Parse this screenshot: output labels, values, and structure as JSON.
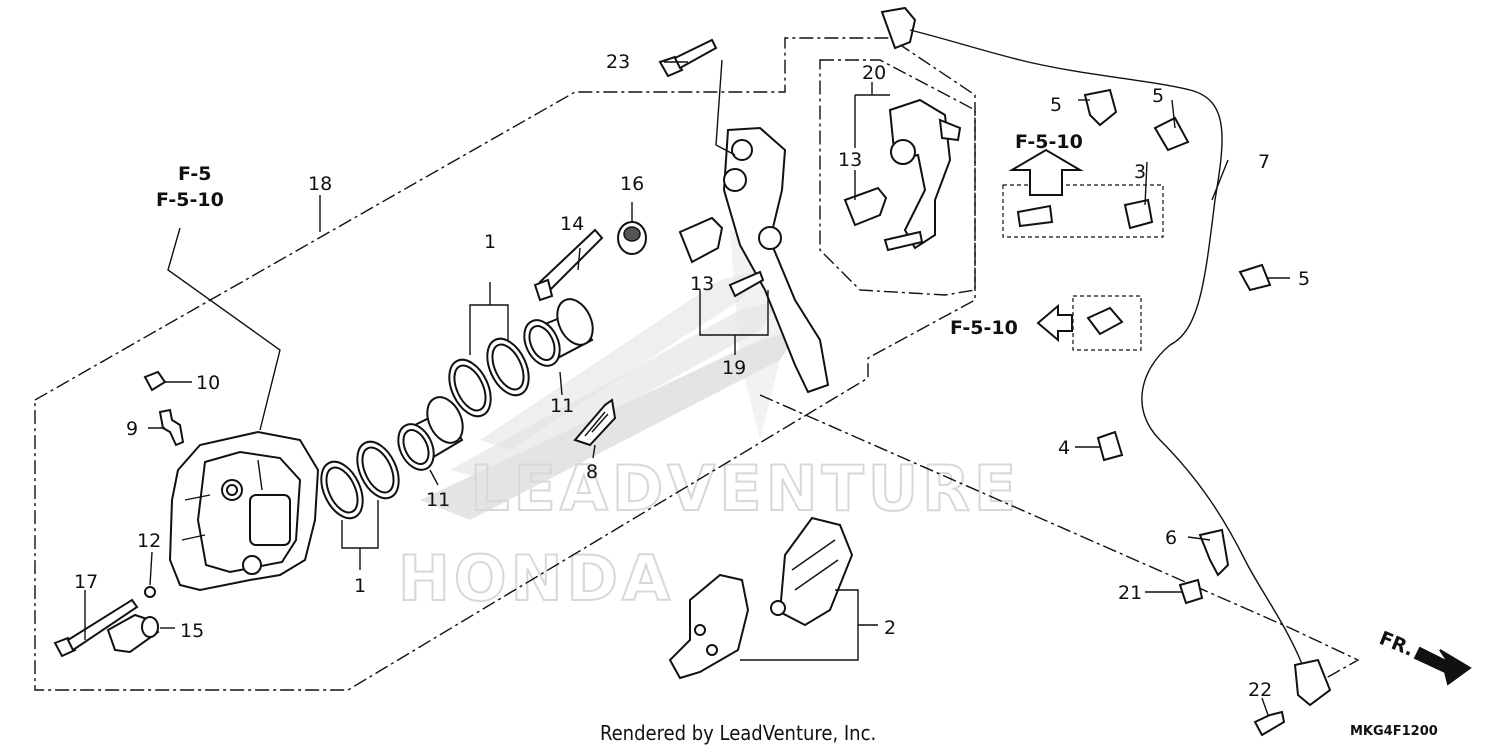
{
  "diagram": {
    "callouts": {
      "c1a": "1",
      "c1b": "1",
      "c2": "2",
      "c3": "3",
      "c4": "4",
      "c5a": "5",
      "c5b": "5",
      "c5c": "5",
      "c6": "6",
      "c7": "7",
      "c8": "8",
      "c9": "9",
      "c10": "10",
      "c11a": "11",
      "c11b": "11",
      "c12": "12",
      "c13a": "13",
      "c13b": "13",
      "c14": "14",
      "c15": "15",
      "c16": "16",
      "c17": "17",
      "c18": "18",
      "c19": "19",
      "c20": "20",
      "c21": "21",
      "c22": "22",
      "c23": "23"
    },
    "references": {
      "ref_left_1": "F-5",
      "ref_left_2": "F-5-10",
      "ref_right_top": "F-5-10",
      "ref_right_mid": "F-5-10"
    },
    "front_marker": "FR.",
    "watermark": {
      "brand": "HONDA",
      "site": "LEADVENTURE"
    },
    "footer": {
      "rendered_by": "Rendered by LeadVenture, Inc.",
      "diagram_code": "MKG4F1200"
    }
  }
}
